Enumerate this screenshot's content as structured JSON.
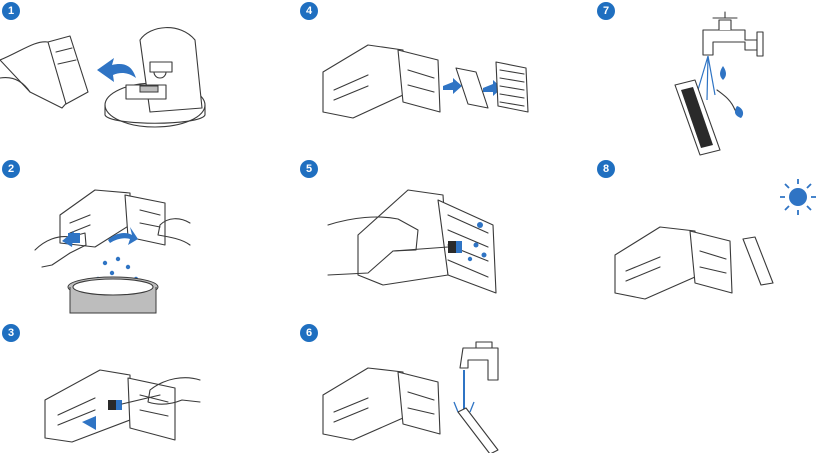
{
  "steps": [
    {
      "number": "1",
      "icon": "remove-bin-icon"
    },
    {
      "number": "2",
      "icon": "empty-bin-icon"
    },
    {
      "number": "3",
      "icon": "brush-bin-icon"
    },
    {
      "number": "4",
      "icon": "remove-filter-icon"
    },
    {
      "number": "5",
      "icon": "brush-filter-icon"
    },
    {
      "number": "6",
      "icon": "rinse-bin-icon"
    },
    {
      "number": "7",
      "icon": "rinse-filter-icon"
    },
    {
      "number": "8",
      "icon": "dry-icon"
    }
  ],
  "colors": {
    "accent": "#1f6fc0",
    "line": "#3a3a3a"
  }
}
